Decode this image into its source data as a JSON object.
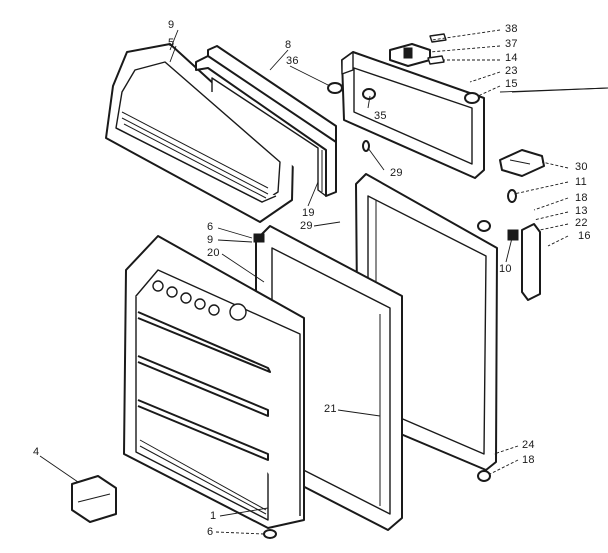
{
  "callouts": {
    "c9_top": "9",
    "c5": "5",
    "c8": "8",
    "c36": "36",
    "c38": "38",
    "c37": "37",
    "c14": "14",
    "c23": "23",
    "c15": "15",
    "c35": "35",
    "c29_upper": "29",
    "c30": "30",
    "c11": "11",
    "c18_right": "18",
    "c13": "13",
    "c22": "22",
    "c16": "16",
    "c10": "10",
    "c19": "19",
    "c29_mid": "29",
    "c6_top": "6",
    "c9_mid": "9",
    "c20": "20",
    "c21": "21",
    "c24": "24",
    "c18_bottom": "18",
    "c4": "4",
    "c1": "1",
    "c6_bottom": "6"
  }
}
